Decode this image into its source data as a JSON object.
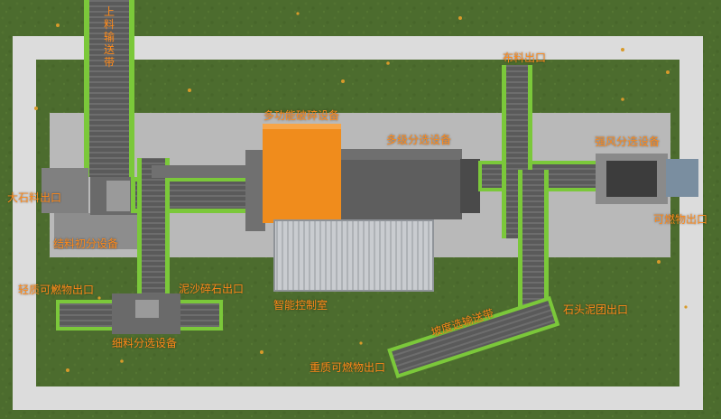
{
  "labels": {
    "feed_conveyor": "上料输送带",
    "distribution_outlet": "布料出口",
    "crusher": "多功能破碎设备",
    "multi_sorter": "多级分选设备",
    "wind_sorter": "强风分选设备",
    "big_stone_outlet": "大石料出口",
    "combustible_outlet": "可燃物出口",
    "primary_sorter": "结料初分设备",
    "light_combustible_outlet": "轻质可燃物出口",
    "sand_gravel_outlet": "泥沙碎石出口",
    "control_room": "智能控制室",
    "stone_mud_outlet": "石头泥团出口",
    "fine_sorter": "细料分选设备",
    "slope_conveyor": "坡度选输送带",
    "heavy_combustible_outlet": "重质可燃物出口"
  },
  "colors": {
    "label": "#ff8a1a",
    "crusher": "#f08c1c",
    "grass": "#4a6b2c",
    "frame": "#dcdcdc",
    "conveyor_edge": "#7bc83a"
  }
}
